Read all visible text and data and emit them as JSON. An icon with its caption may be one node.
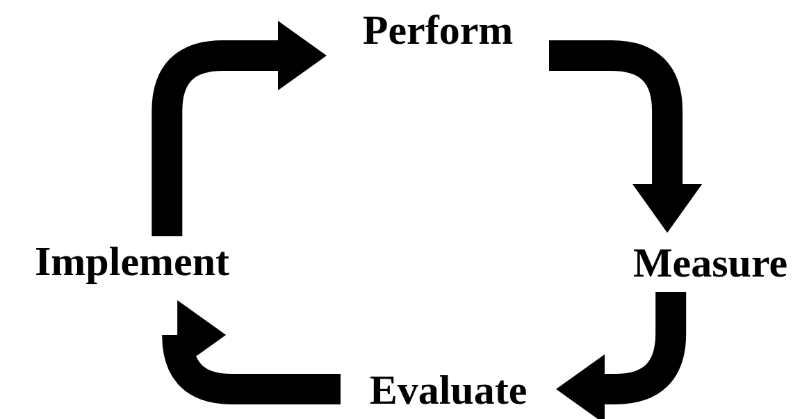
{
  "diagram": {
    "nodes": [
      {
        "text": [
          "Perform"
        ]
      },
      {
        "text": [
          "Measure"
        ]
      },
      {
        "text": [
          "Evaluate"
        ]
      },
      {
        "text": [
          "Implement"
        ]
      }
    ],
    "edges": [
      {
        "from": 3,
        "to": 0,
        "arrow": "to"
      },
      {
        "from": 0,
        "to": 1,
        "arrow": "to"
      },
      {
        "from": 1,
        "to": 2,
        "arrow": "to"
      },
      {
        "from": 2,
        "to": 3,
        "arrow": "to"
      }
    ]
  }
}
